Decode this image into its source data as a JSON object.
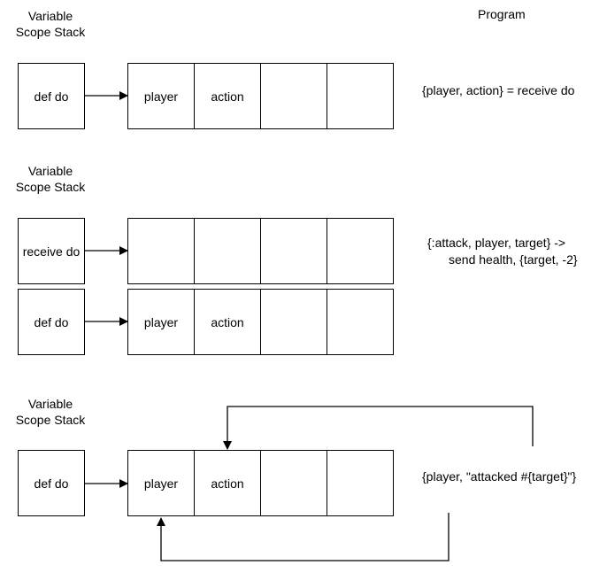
{
  "panels": [
    {
      "header_line1": "Variable",
      "header_line2": "Scope Stack",
      "program_header": "Program",
      "stack": [
        {
          "frame": "def do",
          "cells": [
            "player",
            "action",
            "",
            ""
          ]
        }
      ],
      "code_line1": "{player, action} = receive do",
      "code_line2": ""
    },
    {
      "header_line1": "Variable",
      "header_line2": "Scope Stack",
      "stack": [
        {
          "frame": "receive do",
          "cells": [
            "",
            "",
            "",
            ""
          ]
        },
        {
          "frame": "def do",
          "cells": [
            "player",
            "action",
            "",
            ""
          ]
        }
      ],
      "code_line1": "{:attack, player, target} ->",
      "code_line2": "send health, {target, -2}"
    },
    {
      "header_line1": "Variable",
      "header_line2": "Scope Stack",
      "stack": [
        {
          "frame": "def do",
          "cells": [
            "player",
            "action",
            "",
            ""
          ]
        }
      ],
      "code_line1": "{player, \"attacked #{target}\"}",
      "code_line2": ""
    }
  ]
}
